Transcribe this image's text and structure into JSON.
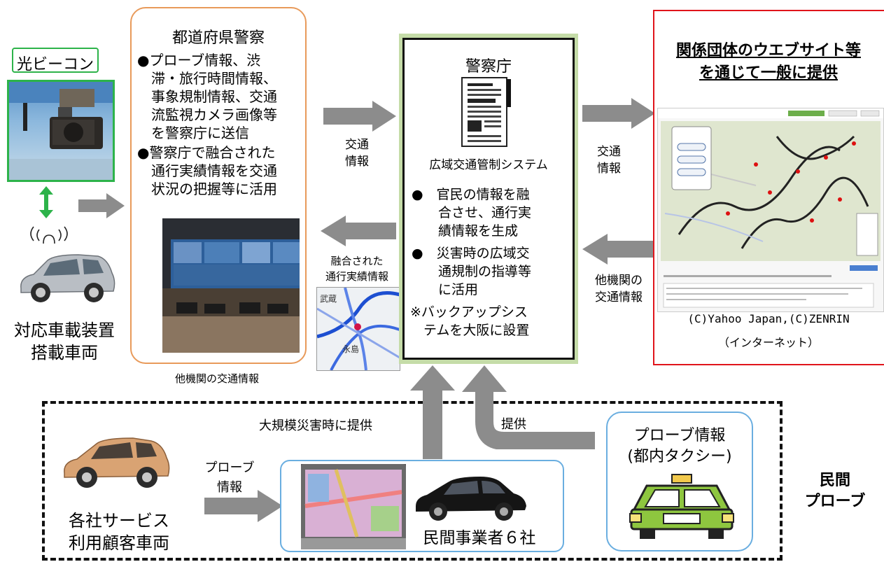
{
  "beacon": {
    "label": "光ビーコン"
  },
  "vehicle": {
    "label_line1": "対応車載装置",
    "label_line2": "搭載車両"
  },
  "prefecture_police": {
    "title": "都道府県警察",
    "bullet1": [
      "●プローブ情報、渋",
      "　滞・旅行時間情報、",
      "　事象規制情報、交通",
      "　流監視カメラ画像等",
      "　を警察庁に送信"
    ],
    "bullet2": [
      "●警察庁で融合された",
      "　通行実績情報を交通",
      "　状況の把握等に活用"
    ],
    "other_traffic": "他機関の交通情報"
  },
  "arrows": {
    "traffic_info_left": [
      "交通",
      "情報"
    ],
    "traffic_info_right": [
      "交通",
      "情報"
    ],
    "fused_info": [
      "融合された",
      "通行実績情報"
    ],
    "other_agency": [
      "他機関の",
      "交通情報"
    ],
    "probe_info": [
      "プローブ",
      "情報"
    ],
    "disaster_provide": "大規模災害時に提供",
    "provide": "提供"
  },
  "npa": {
    "title": "警察庁",
    "system": "広域交通管制システム",
    "bullet1": [
      "●　官民の情報を融",
      "　　合させ、通行実",
      "　　績情報を生成"
    ],
    "bullet2": [
      "●　災害時の広域交",
      "　　通規制の指導等",
      "　　に活用"
    ],
    "note": [
      "※バックアップシス",
      "　テムを大阪に設置"
    ]
  },
  "public": {
    "title_line1": "関係団体のウエブサイト等",
    "title_line2": "を通じて一般に提供",
    "credit": "(C)Yahoo Japan,(C)ZENRIN",
    "internet": "（インターネット）"
  },
  "private": {
    "users_line1": "各社サービス",
    "users_line2": "利用顧客車両",
    "companies": "民間事業者６社",
    "taxi_line1": "プローブ情報",
    "taxi_line2": "(都内タクシー)",
    "label_line1": "民間",
    "label_line2": "プローブ"
  },
  "colors": {
    "beacon_green": "#2db34a",
    "police_orange": "#e89a5a",
    "npa_border_green": "#b9d59a",
    "public_red": "#e0141b",
    "private_blue": "#6aaee0",
    "arrow_gray": "#8c8c8c"
  }
}
